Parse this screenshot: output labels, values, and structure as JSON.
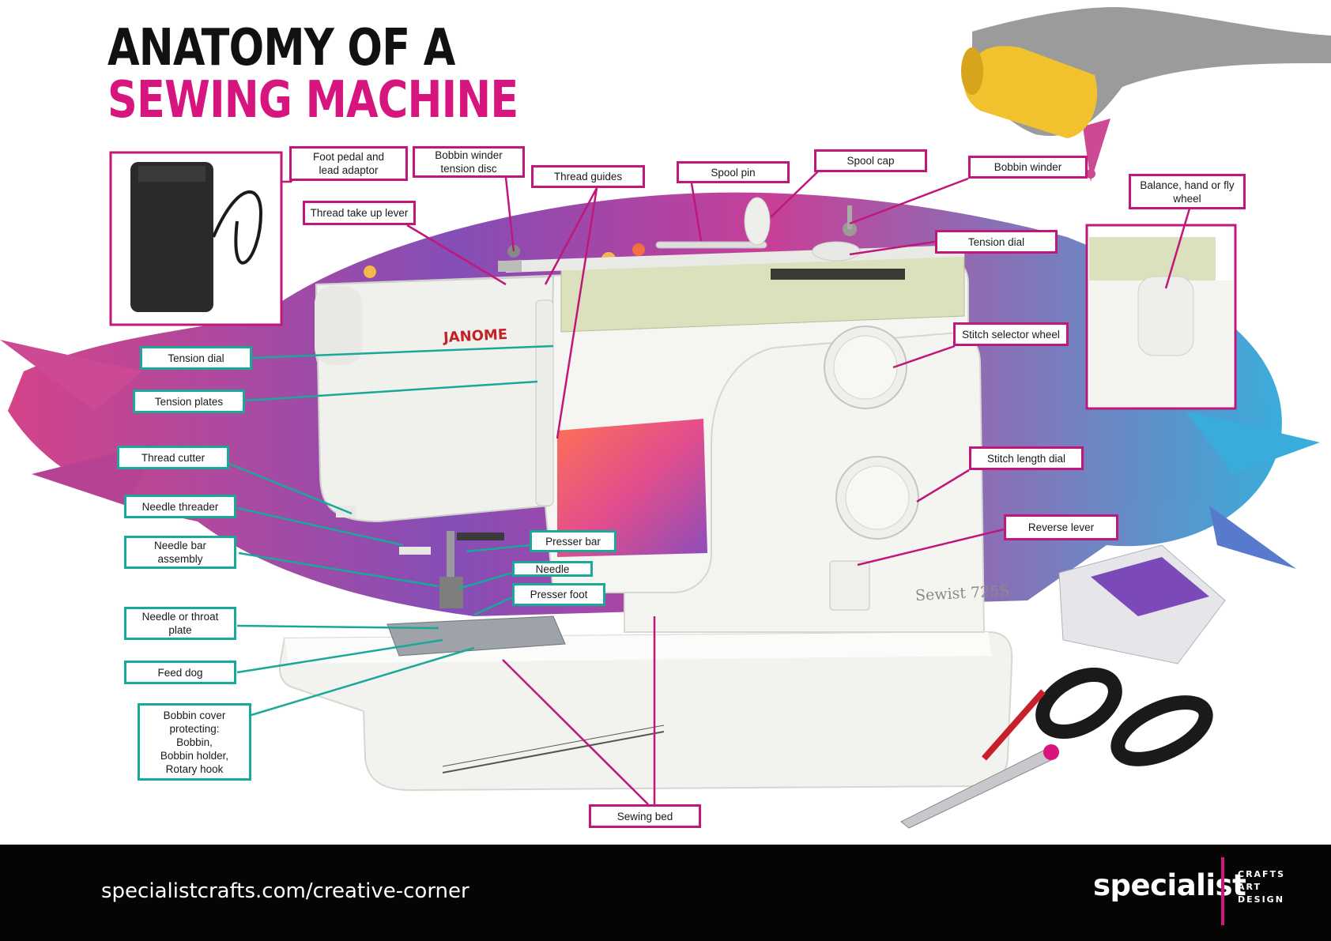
{
  "title": {
    "line1": "ANATOMY OF A",
    "line2": "SEWING MACHINE"
  },
  "machine": {
    "brand": "JANOME",
    "model": "Sewist 725S"
  },
  "labels": {
    "foot_pedal": "Foot pedal and\nlead adaptor",
    "bobbin_winder_tension": "Bobbin winder\ntension disc",
    "thread_guides": "Thread guides",
    "spool_pin": "Spool pin",
    "spool_cap": "Spool cap",
    "bobbin_winder": "Bobbin winder",
    "balance_wheel": "Balance, hand or fly\nwheel",
    "thread_take_up": "Thread take up lever",
    "tension_dial_top": "Tension dial",
    "stitch_selector": "Stitch selector wheel",
    "tension_dial_left": "Tension dial",
    "tension_plates": "Tension plates",
    "thread_cutter": "Thread cutter",
    "stitch_length": "Stitch length dial",
    "needle_threader": "Needle threader",
    "reverse_lever": "Reverse lever",
    "presser_bar": "Presser bar",
    "needle_bar": "Needle bar\nassembly",
    "needle": "Needle",
    "presser_foot": "Presser foot",
    "throat_plate": "Needle or throat\nplate",
    "feed_dog": "Feed dog",
    "bobbin_cover": "Bobbin cover\nprotecting:\nBobbin,\nBobbin holder,\nRotary hook",
    "sewing_bed": "Sewing bed"
  },
  "footer": {
    "url": "specialistcrafts.com/creative-corner",
    "brand": "specialist",
    "tags": [
      "CRAFTS",
      "ART",
      "DESIGN"
    ]
  },
  "colors": {
    "magenta": "#c0177a",
    "teal": "#1aa89a",
    "footer_bg": "#050505"
  }
}
